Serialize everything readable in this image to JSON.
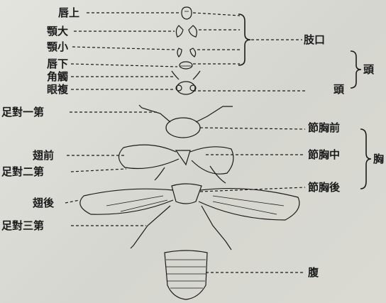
{
  "diagram": {
    "left_labels": {
      "labrum": "唇上",
      "mandible": "顎大",
      "maxilla": "顎小",
      "labium": "唇下",
      "antenna": "角觸",
      "compound_eye": "眼複",
      "leg_1": "足對一第",
      "forewing": "翅前",
      "leg_2": "足對二第",
      "hindwing": "翅後",
      "leg_3": "足對三第"
    },
    "right_labels": {
      "mouthparts": "肢口",
      "head_group": "頭",
      "head": "頭",
      "prothorax": "節胸前",
      "mesothorax": "節胸中",
      "metathorax": "節胸後",
      "thorax_group": "胸",
      "abdomen": "腹"
    }
  }
}
